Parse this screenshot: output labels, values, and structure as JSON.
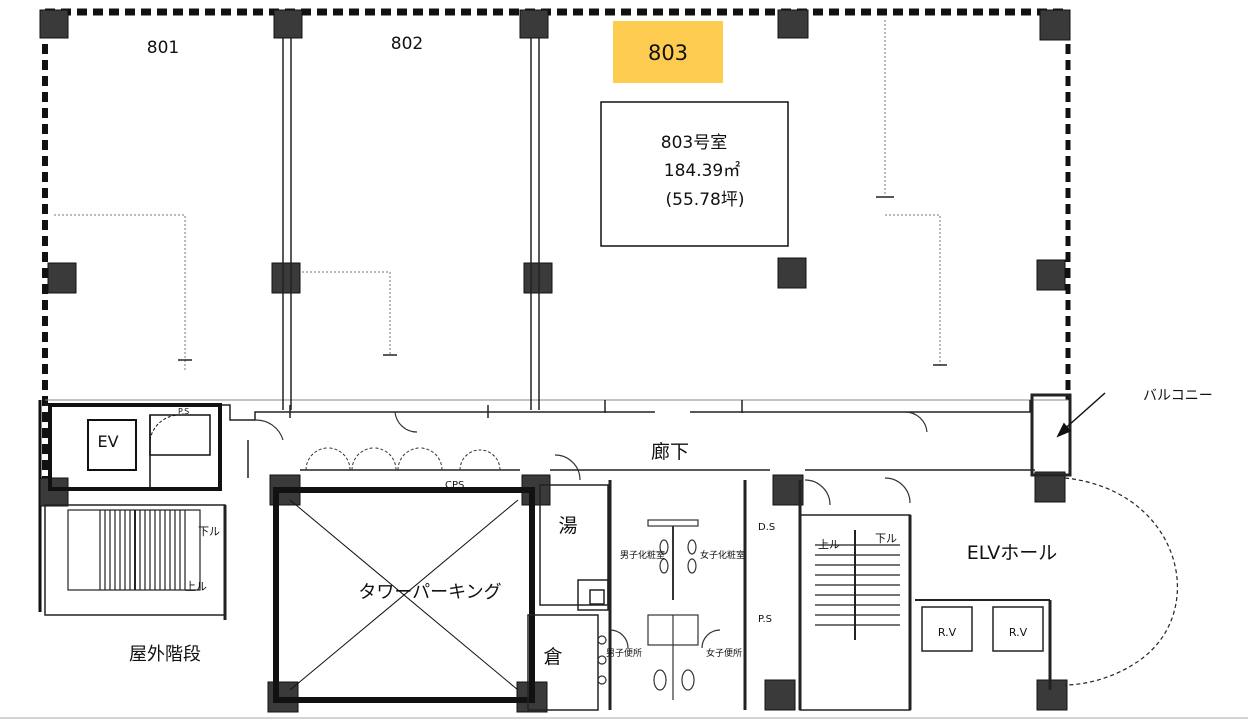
{
  "units": {
    "u801": "801",
    "u802": "802",
    "u803": "803",
    "u803_highlight_color": "#fdcb50"
  },
  "info_box": {
    "line1": "803号室",
    "line2": "184.39㎡",
    "line3": "(55.78坪)"
  },
  "labels": {
    "corridor": "廊下",
    "ev": "EV",
    "balcony": "バルコニー",
    "elv_hall": "ELVホール",
    "yu": "湯",
    "kura": "倉",
    "tower_parking": "タワーパーキング",
    "outdoor_stairs": "屋外階段",
    "cps": "CPS",
    "ps_small": "P.S",
    "ps": "P.S",
    "ds": "D.S",
    "down_left": "下ル",
    "up_left": "上ル",
    "up_right": "上ル",
    "down_right": "下ル",
    "rv1": "R.V",
    "rv2": "R.V",
    "mens_wash": "男子化粧室",
    "womens_wash": "女子化粧室",
    "mens_toilet": "男子便所",
    "womens_toilet": "女子便所"
  },
  "colors": {
    "wall": "#111111",
    "line": "#222222",
    "grid": "#666666"
  }
}
